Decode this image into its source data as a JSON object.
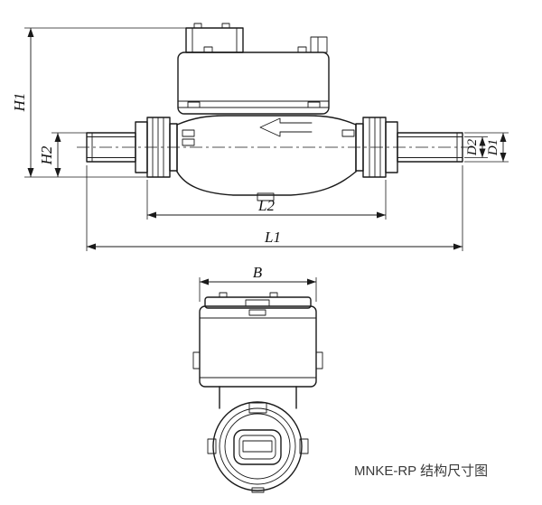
{
  "drawing": {
    "caption": "MNKE-RP 结构尺寸图",
    "background_color": "#ffffff",
    "line_color": "#1a1a1a",
    "caption_color": "#3a3a3a",
    "type": "technical-dimension-drawing"
  },
  "dimensions": {
    "h1": "H1",
    "h2": "H2",
    "l2": "L2",
    "l1": "L1",
    "d2": "D2",
    "d1": "D1",
    "b": "B"
  }
}
